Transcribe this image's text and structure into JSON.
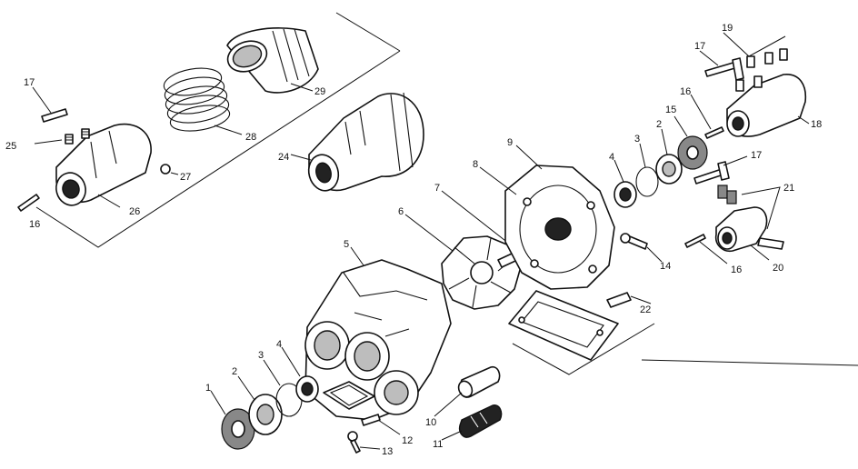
{
  "diagram": {
    "callouts": [
      {
        "id": "c1",
        "label": "1"
      },
      {
        "id": "c2a",
        "label": "2"
      },
      {
        "id": "c3a",
        "label": "3"
      },
      {
        "id": "c4a",
        "label": "4"
      },
      {
        "id": "c5",
        "label": "5"
      },
      {
        "id": "c6",
        "label": "6"
      },
      {
        "id": "c7",
        "label": "7"
      },
      {
        "id": "c8",
        "label": "8"
      },
      {
        "id": "c9",
        "label": "9"
      },
      {
        "id": "c4b",
        "label": "4"
      },
      {
        "id": "c3b",
        "label": "3"
      },
      {
        "id": "c2b",
        "label": "2"
      },
      {
        "id": "c15",
        "label": "15"
      },
      {
        "id": "c16a",
        "label": "16"
      },
      {
        "id": "c17a",
        "label": "17"
      },
      {
        "id": "c19",
        "label": "19"
      },
      {
        "id": "c18",
        "label": "18"
      },
      {
        "id": "c17b",
        "label": "17"
      },
      {
        "id": "c21",
        "label": "21"
      },
      {
        "id": "c16b",
        "label": "16"
      },
      {
        "id": "c20",
        "label": "20"
      },
      {
        "id": "c14",
        "label": "14"
      },
      {
        "id": "c22",
        "label": "22"
      },
      {
        "id": "c10",
        "label": "10"
      },
      {
        "id": "c11",
        "label": "11"
      },
      {
        "id": "c12",
        "label": "12"
      },
      {
        "id": "c13",
        "label": "13"
      },
      {
        "id": "c17c",
        "label": "17"
      },
      {
        "id": "c25",
        "label": "25"
      },
      {
        "id": "c16c",
        "label": "16"
      },
      {
        "id": "c26",
        "label": "26"
      },
      {
        "id": "c27",
        "label": "27"
      },
      {
        "id": "c24",
        "label": "24"
      },
      {
        "id": "c28",
        "label": "28"
      },
      {
        "id": "c29",
        "label": "29"
      }
    ]
  }
}
